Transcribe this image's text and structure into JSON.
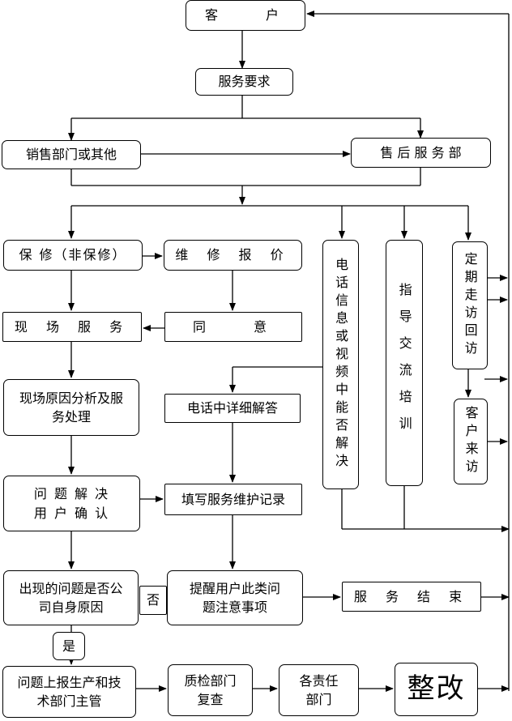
{
  "nodes": {
    "customer": "客　　户",
    "service_request": "服务要求",
    "sales_dept": "销售部门或其他",
    "after_sales": "售 后 服 务 部",
    "warranty": "保 修（非保修）",
    "repair_quote": "维 修 报 价",
    "phone_video": "电话信息或视频中能否解决",
    "guide_training": "指导交流培训",
    "regular_visit": "定期走访回访",
    "onsite_service": "现 场 服 务",
    "agree": "同　　意",
    "customer_visit": "客户来访",
    "onsite_analysis": "现场原因分析及服务处理",
    "phone_explain": "电话中详细解答",
    "problem_solved": "问 题 解 决\n用 户 确 认",
    "fill_record": "填写服务维护记录",
    "company_cause": "出现的问题是否公司自身原因",
    "no_label": "否",
    "remind_user": "提醒用户此类问题注意事项",
    "service_end": "服 务 结 束",
    "yes_label": "是",
    "report_mgmt": "问题上报生产和技术部门主管",
    "qc_review": "质检部门复查",
    "responsible": "各责任部门",
    "rectify": "整改"
  }
}
